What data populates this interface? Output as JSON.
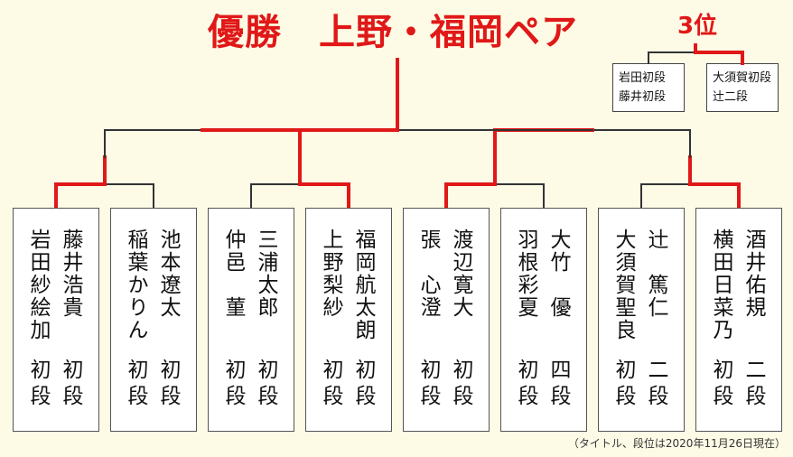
{
  "title": "優勝　上野・福岡ペア",
  "third_place": {
    "label": "3位",
    "pairs": [
      {
        "lines": [
          "岩田初段",
          "藤井初段"
        ]
      },
      {
        "lines": [
          "大須賀初段",
          "辻二段"
        ]
      }
    ]
  },
  "pairs": [
    {
      "right_name": "藤井浩貴",
      "right_rank": "初段",
      "left_name": "岩田紗絵加",
      "left_rank": "初段"
    },
    {
      "right_name": "池本遼太",
      "right_rank": "初段",
      "left_name": "稲葉かりん",
      "left_rank": "初段"
    },
    {
      "right_name": "三浦太郎",
      "right_rank": "初段",
      "left_name": "仲邑　菫",
      "left_rank": "初段"
    },
    {
      "right_name": "福岡航太朗",
      "right_rank": "初段",
      "left_name": "上野梨紗",
      "left_rank": "初段"
    },
    {
      "right_name": "渡辺寛大",
      "right_rank": "初段",
      "left_name": "張　心澄",
      "left_rank": "初段"
    },
    {
      "right_name": "大竹　優",
      "right_rank": "四段",
      "left_name": "羽根彩夏",
      "left_rank": "初段"
    },
    {
      "right_name": "辻　篤仁",
      "right_rank": "二段",
      "left_name": "大須賀聖良",
      "left_rank": "初段"
    },
    {
      "right_name": "酒井佑規",
      "right_rank": "二段",
      "left_name": "横田日菜乃",
      "left_rank": "初段"
    }
  ],
  "bracket": {
    "r1_winner_sides": [
      "left",
      "right",
      "left",
      "right"
    ],
    "r2_winner_sides": [
      "right",
      "left"
    ],
    "final_winner_side": "left",
    "third_place_winner_side": "right"
  },
  "colors": {
    "win_line": "#e01818",
    "lose_line": "#333333",
    "accent": "#e01818"
  },
  "footnote": "（タイトル、段位は2020年11月26日現在）"
}
